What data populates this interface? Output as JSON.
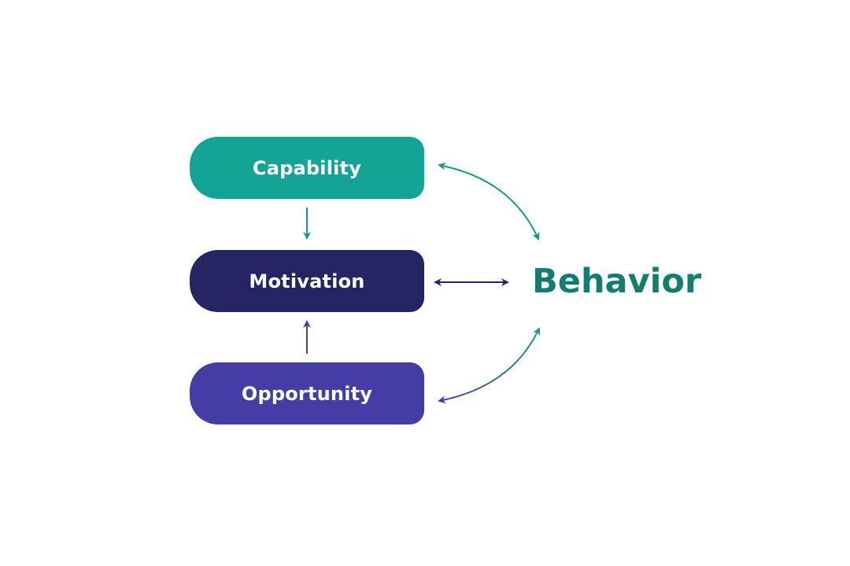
{
  "colors": {
    "capability": "#14a495",
    "motivation": "#262462",
    "opportunity": "#453ca6",
    "behavior": "#127d72",
    "arrow_teal": "#16998c",
    "arrow_navy": "#262462",
    "arrow_purple": "#453ca6"
  },
  "nodes": {
    "capability": {
      "label": "Capability"
    },
    "motivation": {
      "label": "Motivation"
    },
    "opportunity": {
      "label": "Opportunity"
    }
  },
  "behavior": {
    "label": "Behavior"
  },
  "edges": [
    {
      "from": "capability",
      "to": "motivation",
      "direction": "one-way"
    },
    {
      "from": "opportunity",
      "to": "motivation",
      "direction": "one-way"
    },
    {
      "from": "capability",
      "to": "behavior",
      "direction": "two-way"
    },
    {
      "from": "motivation",
      "to": "behavior",
      "direction": "two-way"
    },
    {
      "from": "opportunity",
      "to": "behavior",
      "direction": "two-way"
    }
  ]
}
